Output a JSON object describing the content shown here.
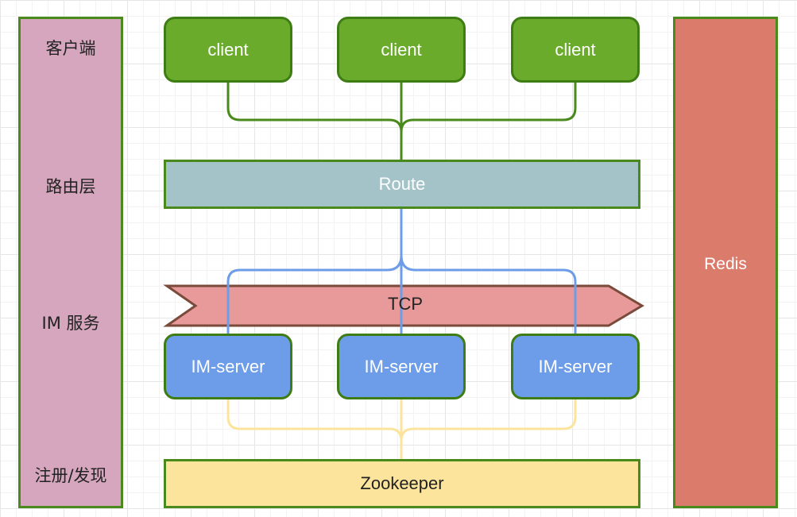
{
  "layers": [
    "客户端",
    "路由层",
    "IM 服务",
    "注册/发现"
  ],
  "clients": [
    "client",
    "client",
    "client"
  ],
  "route": "Route",
  "tcp": "TCP",
  "im_servers": [
    "IM-server",
    "IM-server",
    "IM-server"
  ],
  "zookeeper": "Zookeeper",
  "redis": "Redis",
  "colors": {
    "client_fill": "#6aab2c",
    "route_fill": "#a3c3c8",
    "tcp_fill": "#e89a9a",
    "im_server_fill": "#6d9ce8",
    "zookeeper_fill": "#fde49c",
    "redis_fill": "#db7b6b",
    "layer_fill": "#d5a6bd",
    "client_link": "#4a8a1c",
    "route_link": "#6d9ce8",
    "zk_link": "#fde49c"
  }
}
